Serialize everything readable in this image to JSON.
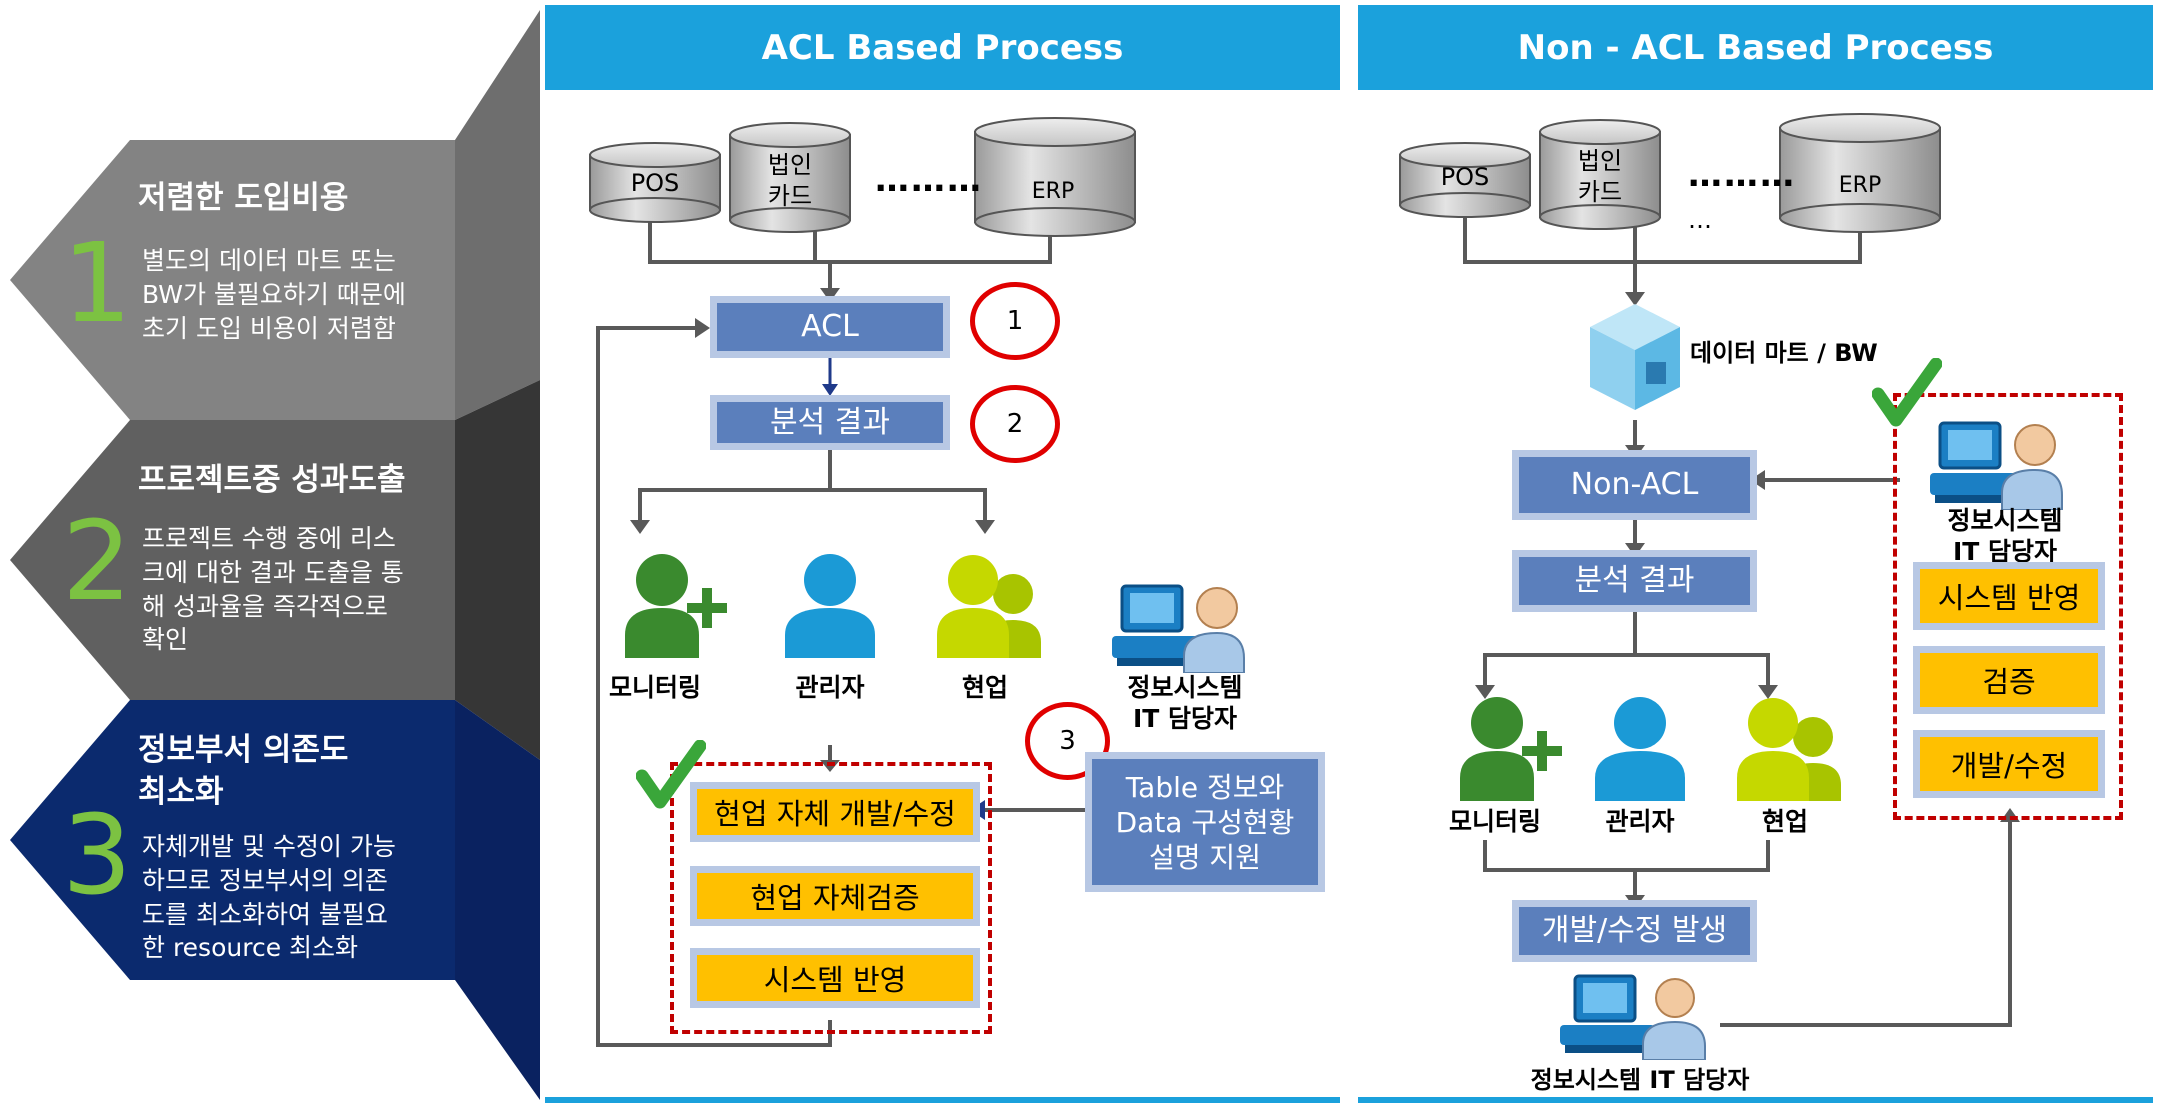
{
  "left_panel": {
    "items": [
      {
        "num": "1",
        "title": "저렴한 도입비용",
        "desc": [
          "별도의 데이터 마트 또는",
          "BW가 불필요하기 때문에",
          "초기 도입 비용이 저렴함"
        ]
      },
      {
        "num": "2",
        "title": "프로젝트중 성과도출",
        "desc": [
          "프로젝트 수행 중에 리스",
          "크에 대한 결과 도출을 통",
          "해 성과율을 즉각적으로",
          "확인"
        ]
      },
      {
        "num": "3",
        "title": "정보부서 의존도 최소화",
        "title_lines": [
          "정보부서 의존도",
          "최소화"
        ],
        "desc": [
          "자체개발 및 수정이 가능",
          "하므로 정보부서의 의존",
          "도를 최소화하여 불필요",
          "한 resource  최소화"
        ]
      }
    ]
  },
  "acl": {
    "header": "ACL Based Process",
    "db": {
      "pos": "POS",
      "card": [
        "법인",
        "카드"
      ],
      "dots": "………",
      "erp": "ERP"
    },
    "acl_box": "ACL",
    "result_box": "분석 결과",
    "circles": [
      "1",
      "2",
      "3"
    ],
    "people": {
      "monitoring": "모니터링",
      "manager": "관리자",
      "field": "현업"
    },
    "it_person": [
      "정보시스템",
      "IT 담당자"
    ],
    "table_box": [
      "Table 정보와",
      "Data 구성현황",
      "설명 지원"
    ],
    "steps": [
      "현업 자체 개발/수정",
      "현업 자체검증",
      "시스템 반영"
    ]
  },
  "nonacl": {
    "header": "Non - ACL Based Process",
    "db": {
      "pos": "POS",
      "card": [
        "법인",
        "카드"
      ],
      "dots": "………",
      "erp": "ERP",
      "small_dots": "…"
    },
    "mart": "데이터 마트 / BW",
    "nonacl_box": "Non-ACL",
    "result_box": "분석 결과",
    "people": {
      "monitoring": "모니터링",
      "manager": "관리자",
      "field": "현업"
    },
    "it_person": [
      "정보시스템",
      "IT 담당자"
    ],
    "it_steps": [
      "시스템 반영",
      "검증",
      "개발/수정"
    ],
    "occur_box": "개발/수정 발생",
    "bottom_it": "정보시스템 IT 담당자"
  },
  "colors": {
    "header": "#1ba1dc",
    "box_blue": "#5b7fbc",
    "box_yellow": "#ffc000",
    "green": "#7cc242",
    "navy": "#0b2a6e"
  }
}
